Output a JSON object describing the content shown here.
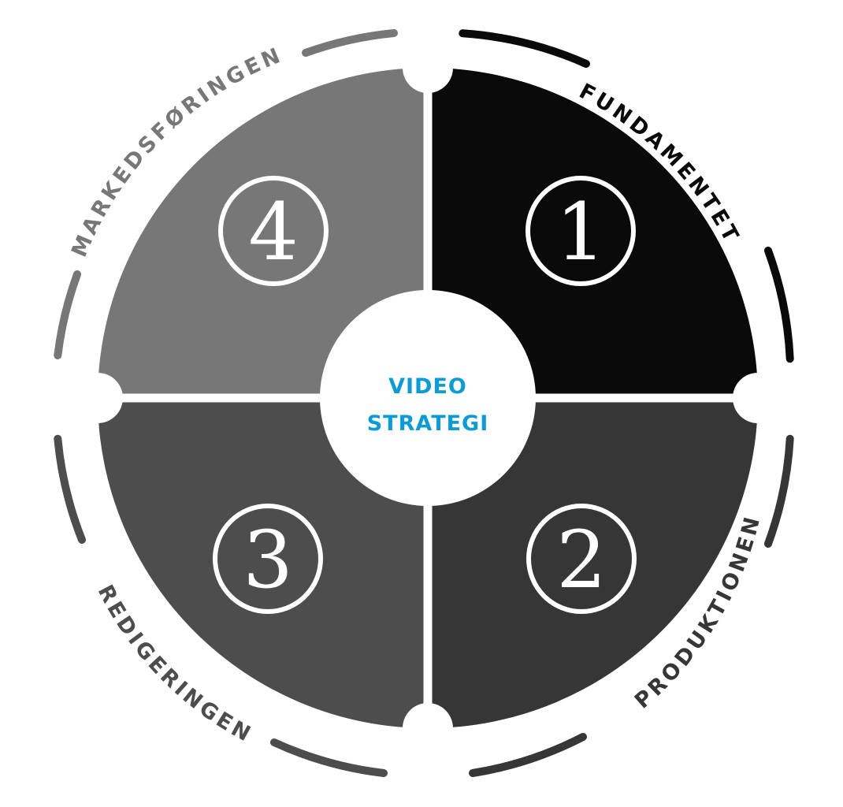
{
  "center": {
    "line1": "VIDEO",
    "line2": "STRATEGI",
    "color": "#0a9cd6"
  },
  "segments": [
    {
      "number": "1",
      "label": "FUNDAMENTET",
      "fill": "#0a0a0a",
      "label_color": "#0a0a0a"
    },
    {
      "number": "2",
      "label": "PRODUKTIONEN",
      "fill": "#363636",
      "label_color": "#363636"
    },
    {
      "number": "3",
      "label": "REDIGERINGEN",
      "fill": "#4d4d4d",
      "label_color": "#4d4d4d"
    },
    {
      "number": "4",
      "label": "MARKEDSFØRINGEN",
      "fill": "#777777",
      "label_color": "#777777"
    }
  ]
}
